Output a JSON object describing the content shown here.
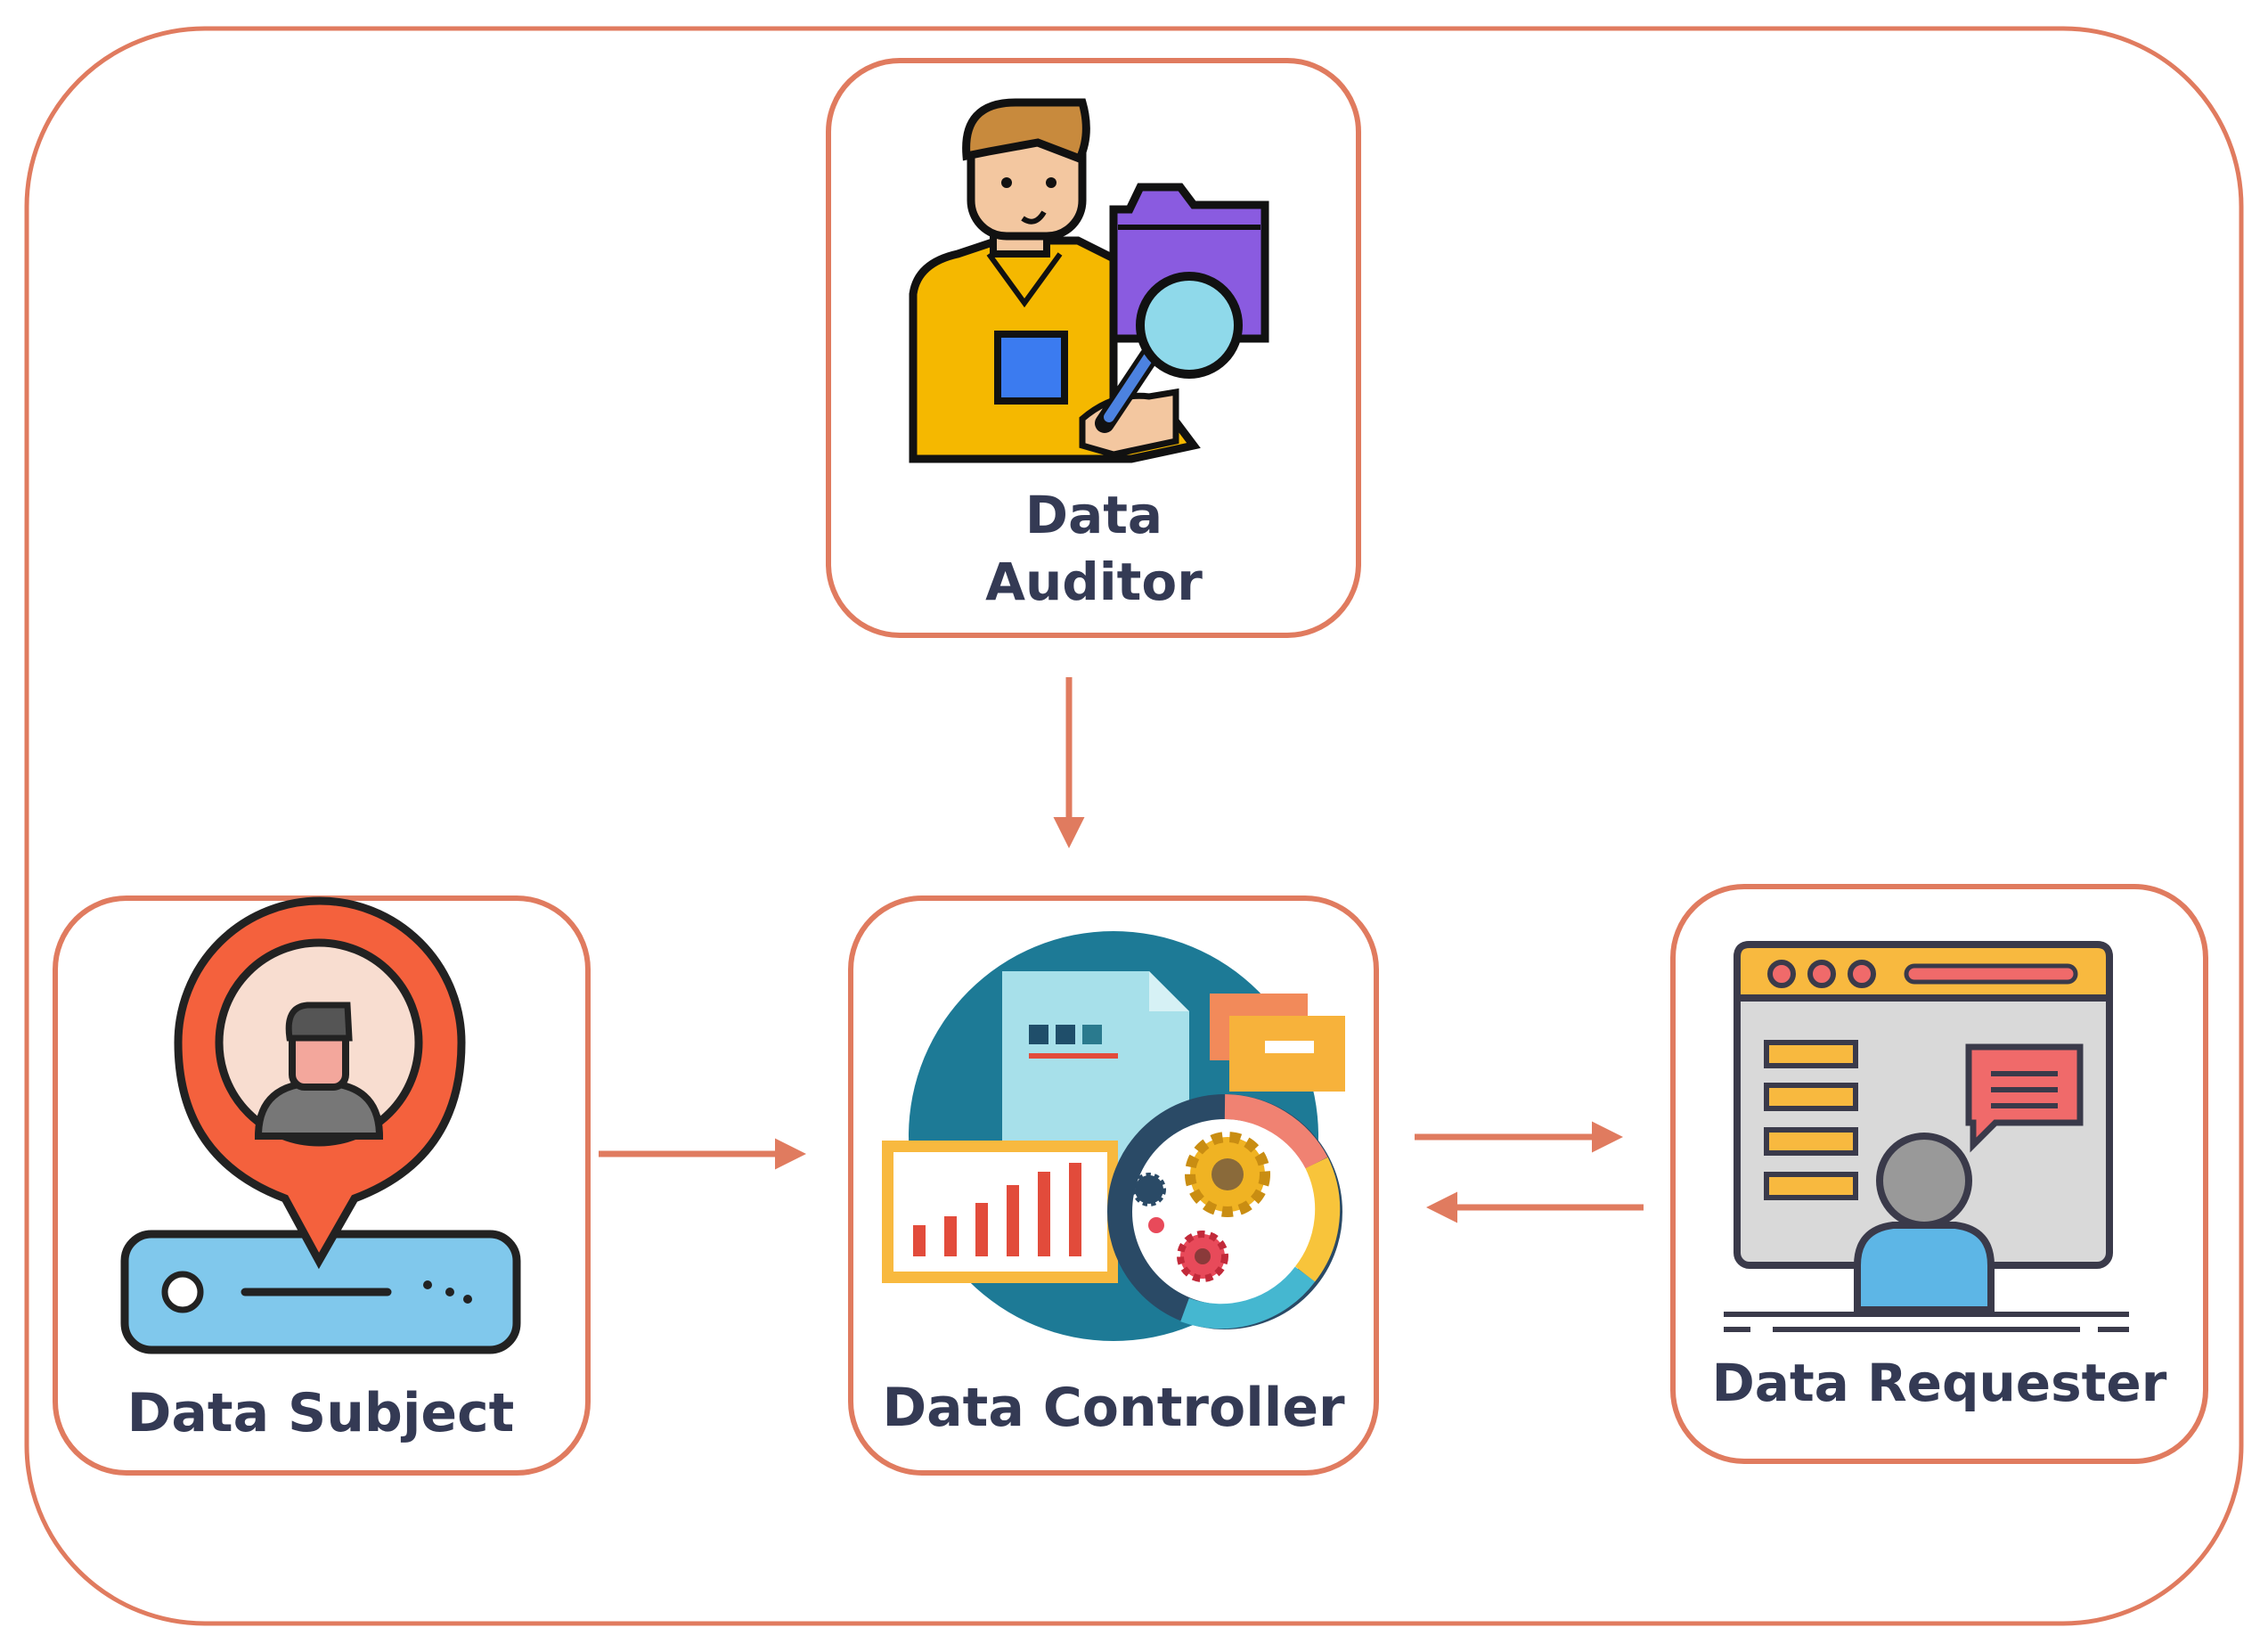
{
  "colors": {
    "border": "#e07b5f",
    "arrow": "#e07b5f",
    "label_text": "#343a54"
  },
  "nodes": {
    "auditor": {
      "label_line1": "Data",
      "label_line2": "Auditor",
      "icon": "auditor-person-with-folder-and-magnifier"
    },
    "subject": {
      "label": "Data Subject",
      "icon": "location-pin-user-on-server"
    },
    "controller": {
      "label": "Data Controller",
      "icon": "documents-charts-gears"
    },
    "requester": {
      "label": "Data Requester",
      "icon": "person-at-browser-window"
    }
  },
  "edges": [
    {
      "from": "auditor",
      "to": "controller"
    },
    {
      "from": "subject",
      "to": "controller"
    },
    {
      "from": "controller",
      "to": "requester"
    },
    {
      "from": "requester",
      "to": "controller"
    }
  ]
}
